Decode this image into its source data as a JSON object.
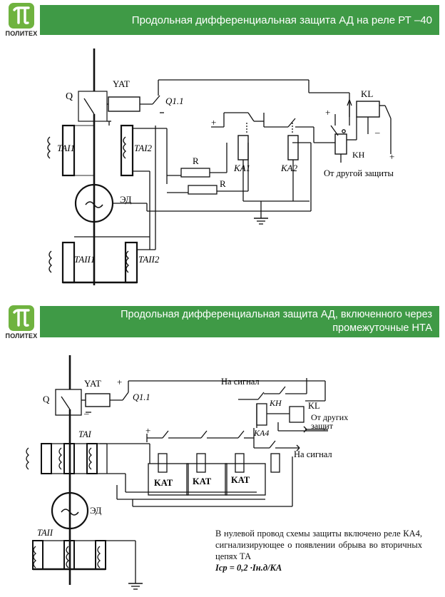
{
  "slide1": {
    "logo_text": "ПОЛИТЕХ",
    "title": "Продольная дифференциальная защита АД  на реле РТ –40",
    "labels": {
      "q": "Q",
      "yat": "YAT",
      "q11": "Q1.1",
      "ta1": "TAI1",
      "ta2": "TAI2",
      "r1": "R",
      "r2": "R",
      "ka1": "KA1",
      "ka2": "KA2",
      "kh": "KH",
      "kl": "KL",
      "from_other": "От другой защиты",
      "motor": "ЭД",
      "tail1": "TAII1",
      "tail2": "TAII2",
      "plus": "+",
      "minus": "–"
    }
  },
  "slide2": {
    "logo_text": "ПОЛИТЕХ",
    "title_line1": "Продольная дифференциальная защита АД, включенного через",
    "title_line2": "промежуточные НТА",
    "labels": {
      "q": "Q",
      "yat": "YAT",
      "q11": "Q1.1",
      "tai": "TAI",
      "taii": "TAII",
      "motor": "ЭД",
      "na_signal_top": "На сигнал",
      "na_signal_mid": "На сигнал",
      "kh": "KH",
      "kl": "KL",
      "from_others_1": "От других",
      "from_others_2": "защит",
      "ka4": "KA4",
      "kat1": "KAT",
      "kat2": "KAT",
      "kat3": "KAT",
      "plus": "+",
      "minus": "–"
    },
    "note_line1": "В нулевой провод схемы защиты включено реле КА4, сигнализирующее о появлении обрыва во вторичных цепях ТА",
    "formula": "Iср = 0,2 ·Iн.д/KA"
  }
}
